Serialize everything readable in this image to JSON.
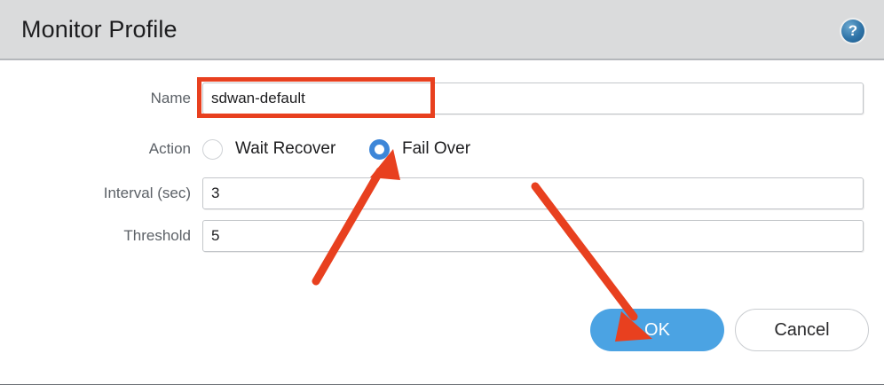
{
  "dialog": {
    "title": "Monitor Profile",
    "help_icon": "help-question-icon",
    "help_glyph": "?"
  },
  "form": {
    "fields": [
      {
        "label": "Name",
        "value": "sdwan-default",
        "type": "text"
      },
      {
        "label": "Action",
        "type": "radio"
      },
      {
        "label": "Interval (sec)",
        "value": "3",
        "type": "text"
      },
      {
        "label": "Threshold",
        "value": "5",
        "type": "text"
      }
    ],
    "action_options": [
      {
        "label": "Wait Recover",
        "selected": false
      },
      {
        "label": "Fail Over",
        "selected": true
      }
    ]
  },
  "footer": {
    "ok_label": "OK",
    "cancel_label": "Cancel"
  },
  "colors": {
    "header_bg": "#dadbdc",
    "primary_button": "#4ba3e3",
    "radio_selected": "#3d86d8",
    "annotation": "#e8401f",
    "label_text": "#5c6167"
  }
}
